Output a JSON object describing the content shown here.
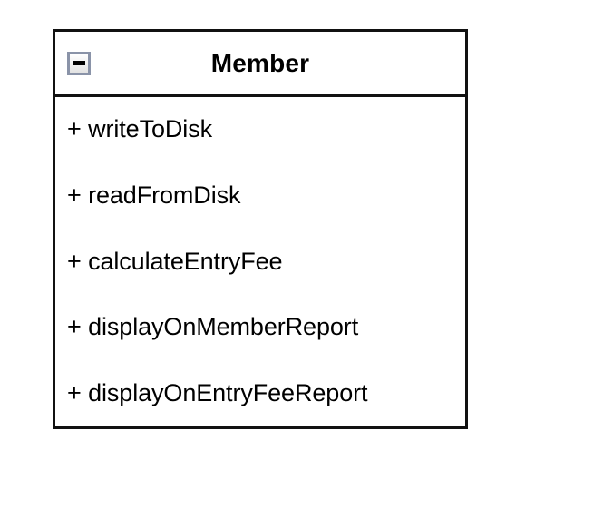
{
  "diagram": {
    "type": "uml-class-diagram",
    "background_color": "#ffffff",
    "border_color": "#111111"
  },
  "class_box": {
    "header": {
      "title": "Member",
      "collapse_toggle": {
        "icon": "minus-icon",
        "state": "expanded",
        "border_color": "#8a93a8",
        "glyph_color": "#000000"
      }
    },
    "members": [
      {
        "visibility": "+",
        "name": "writeToDisk",
        "text": "+ writeToDisk"
      },
      {
        "visibility": "+",
        "name": "readFromDisk",
        "text": "+ readFromDisk"
      },
      {
        "visibility": "+",
        "name": "calculateEntryFee",
        "text": "+ calculateEntryFee"
      },
      {
        "visibility": "+",
        "name": "displayOnMemberReport",
        "text": "+ displayOnMemberReport"
      },
      {
        "visibility": "+",
        "name": "displayOnEntryFeeReport",
        "text": "+ displayOnEntryFeeReport"
      }
    ]
  }
}
